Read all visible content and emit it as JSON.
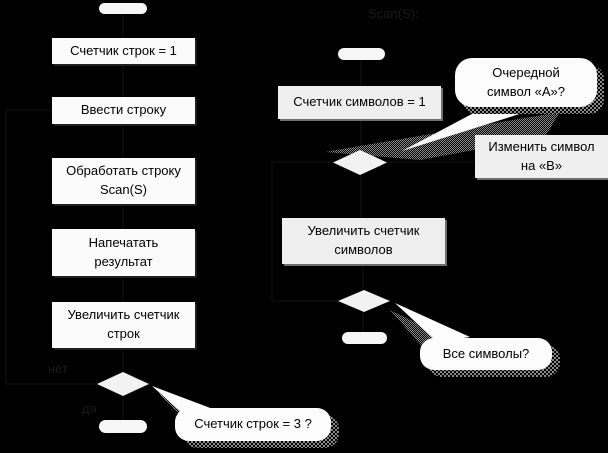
{
  "colors": {
    "background": "#000000",
    "left_box_fill": "#fbfbfb",
    "right_box_fill": "#efefef",
    "diamond_fill": "#f2f2f2",
    "callout_fill": "#fcfcfc",
    "shadow_dither_gray": "#8a8a8a",
    "text": "#000000",
    "faint_text": "#1b1b1b"
  },
  "header": {
    "faint_title": "Scan(S):"
  },
  "left_flowchart": {
    "steps": [
      {
        "lines": [
          "Счетчик строк = 1"
        ]
      },
      {
        "lines": [
          "Ввести строку"
        ]
      },
      {
        "lines": [
          "Обработать строку",
          "Scan(S)"
        ]
      },
      {
        "lines": [
          "Напечатать",
          "результат"
        ]
      },
      {
        "lines": [
          "Увеличить счетчик",
          "строк"
        ]
      }
    ],
    "decision_callout": "Счетчик строк = 3 ?",
    "branch_label_no": "нет",
    "branch_label_yes": "да"
  },
  "right_flowchart": {
    "counter_box": "Счетчик символов = 1",
    "callout_next_symbol": {
      "lines": [
        "Очередной",
        "символ «А»?"
      ]
    },
    "change_box": {
      "lines": [
        "Изменить символ",
        "на «В»"
      ]
    },
    "increment_box": {
      "lines": [
        "Увеличить счетчик",
        "символов"
      ]
    },
    "callout_all_symbols": "Все символы?"
  }
}
